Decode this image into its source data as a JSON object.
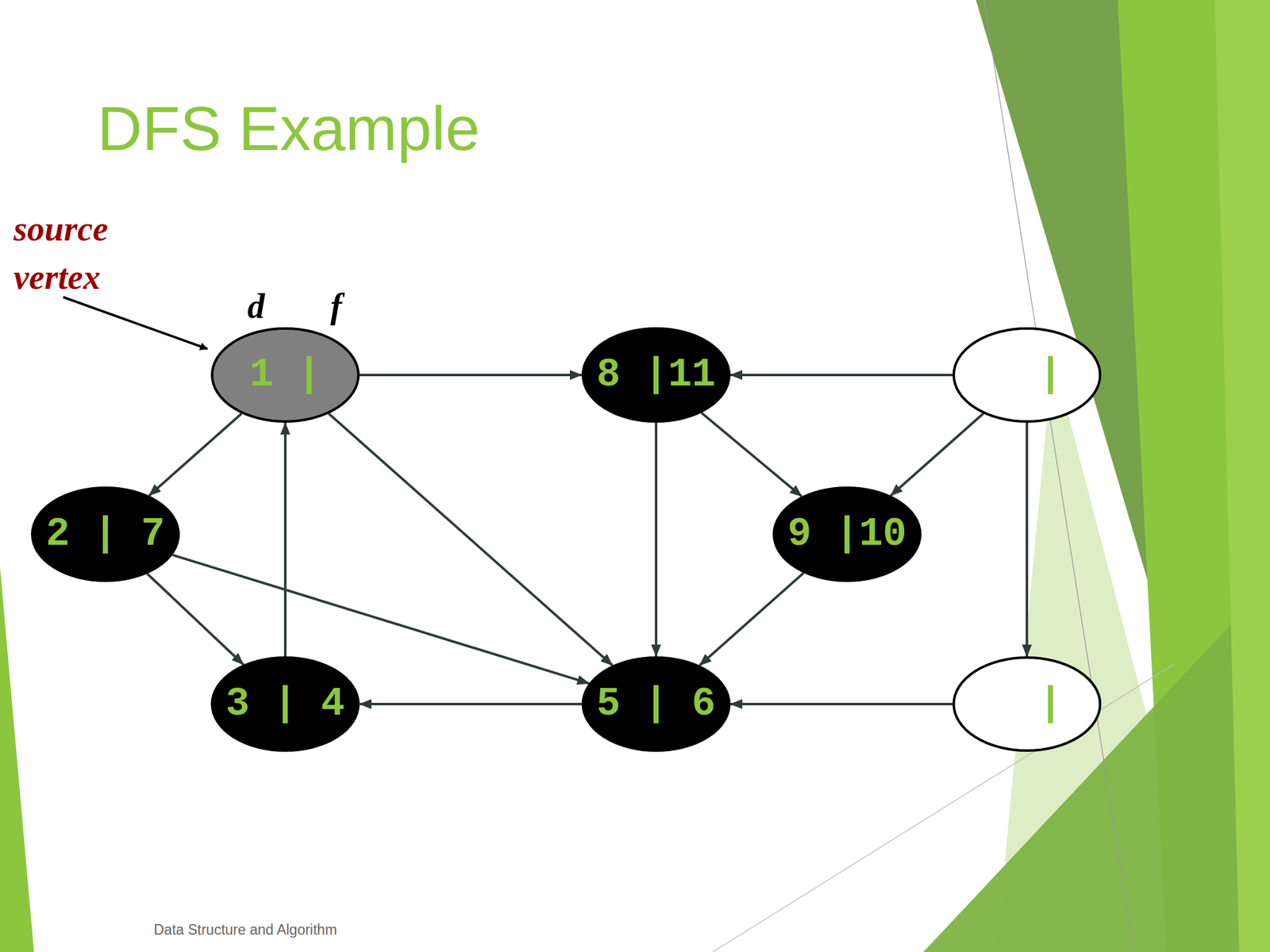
{
  "diagram": {
    "title": "DFS Example",
    "nodes": [
      {
        "text": [
          "1 |"
        ]
      },
      {
        "text": [
          "8 |11"
        ]
      },
      {
        "text": [
          "|"
        ]
      },
      {
        "text": [
          "2 | 7"
        ]
      },
      {
        "text": [
          "9 |10"
        ]
      },
      {
        "text": [
          "3 | 4"
        ]
      },
      {
        "text": [
          "5 | 6"
        ]
      },
      {
        "text": [
          "|"
        ]
      }
    ],
    "edges": [
      {
        "from": 0,
        "to": 1,
        "arrow": "to"
      },
      {
        "from": 0,
        "to": 3,
        "arrow": "to"
      },
      {
        "from": 0,
        "to": 6,
        "arrow": "to"
      },
      {
        "from": 2,
        "to": 1,
        "arrow": "to"
      },
      {
        "from": 1,
        "to": 6,
        "arrow": "to"
      },
      {
        "from": 1,
        "to": 4,
        "arrow": "to"
      },
      {
        "from": 2,
        "to": 4,
        "arrow": "to"
      },
      {
        "from": 2,
        "to": 7,
        "arrow": "to"
      },
      {
        "from": 3,
        "to": 5,
        "arrow": "to"
      },
      {
        "from": 3,
        "to": 6,
        "arrow": "to"
      },
      {
        "from": 4,
        "to": 6,
        "arrow": "to"
      },
      {
        "from": 5,
        "to": 0,
        "arrow": "to"
      },
      {
        "from": 6,
        "to": 5,
        "arrow": "to"
      },
      {
        "from": 7,
        "to": 6,
        "arrow": "to"
      }
    ],
    "labels": [
      "source vertex",
      "d",
      "f",
      "Data Structure and Algorithm"
    ]
  }
}
